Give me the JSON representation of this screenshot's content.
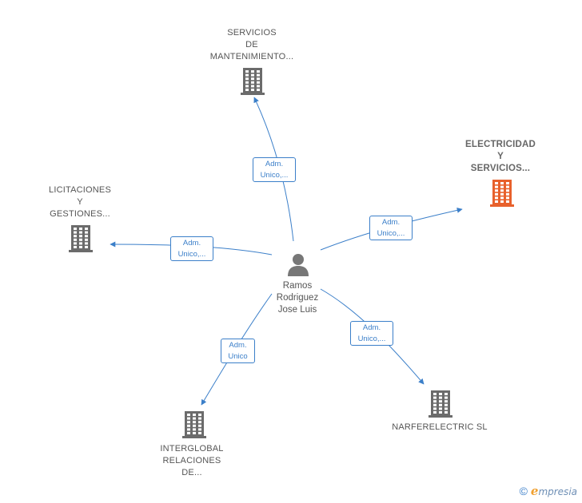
{
  "center": {
    "name_lines": [
      "Ramos",
      "Rodriguez",
      "Jose Luis"
    ],
    "icon": "person-icon"
  },
  "companies": [
    {
      "key": "servicios",
      "lines": [
        "SERVICIOS",
        "DE",
        "MANTENIMIENTO..."
      ],
      "color": "#6b6b6b",
      "highlight": false
    },
    {
      "key": "electricidad",
      "lines": [
        "ELECTRICIDAD",
        "Y",
        "SERVICIOS..."
      ],
      "color": "#e8612c",
      "highlight": true
    },
    {
      "key": "licitaciones",
      "lines": [
        "LICITACIONES",
        "Y",
        "GESTIONES..."
      ],
      "color": "#6b6b6b",
      "highlight": false
    },
    {
      "key": "narferelectric",
      "lines": [
        "NARFERELECTRIC SL"
      ],
      "color": "#6b6b6b",
      "highlight": false
    },
    {
      "key": "interglobal",
      "lines": [
        "INTERGLOBAL",
        "RELACIONES",
        "DE..."
      ],
      "color": "#6b6b6b",
      "highlight": false
    }
  ],
  "edges": [
    {
      "target": "servicios",
      "lines": [
        "Adm.",
        "Unico,..."
      ]
    },
    {
      "target": "electricidad",
      "lines": [
        "Adm.",
        "Unico,..."
      ]
    },
    {
      "target": "licitaciones",
      "lines": [
        "Adm.",
        "Unico,..."
      ]
    },
    {
      "target": "narferelectric",
      "lines": [
        "Adm.",
        "Unico,..."
      ]
    },
    {
      "target": "interglobal",
      "lines": [
        "Adm.",
        "Unico"
      ]
    }
  ],
  "colors": {
    "edge": "#3b7fc9",
    "building": "#6b6b6b",
    "highlight": "#e8612c"
  },
  "brand": {
    "copyright": "©",
    "initial": "e",
    "name": "mpresia"
  }
}
